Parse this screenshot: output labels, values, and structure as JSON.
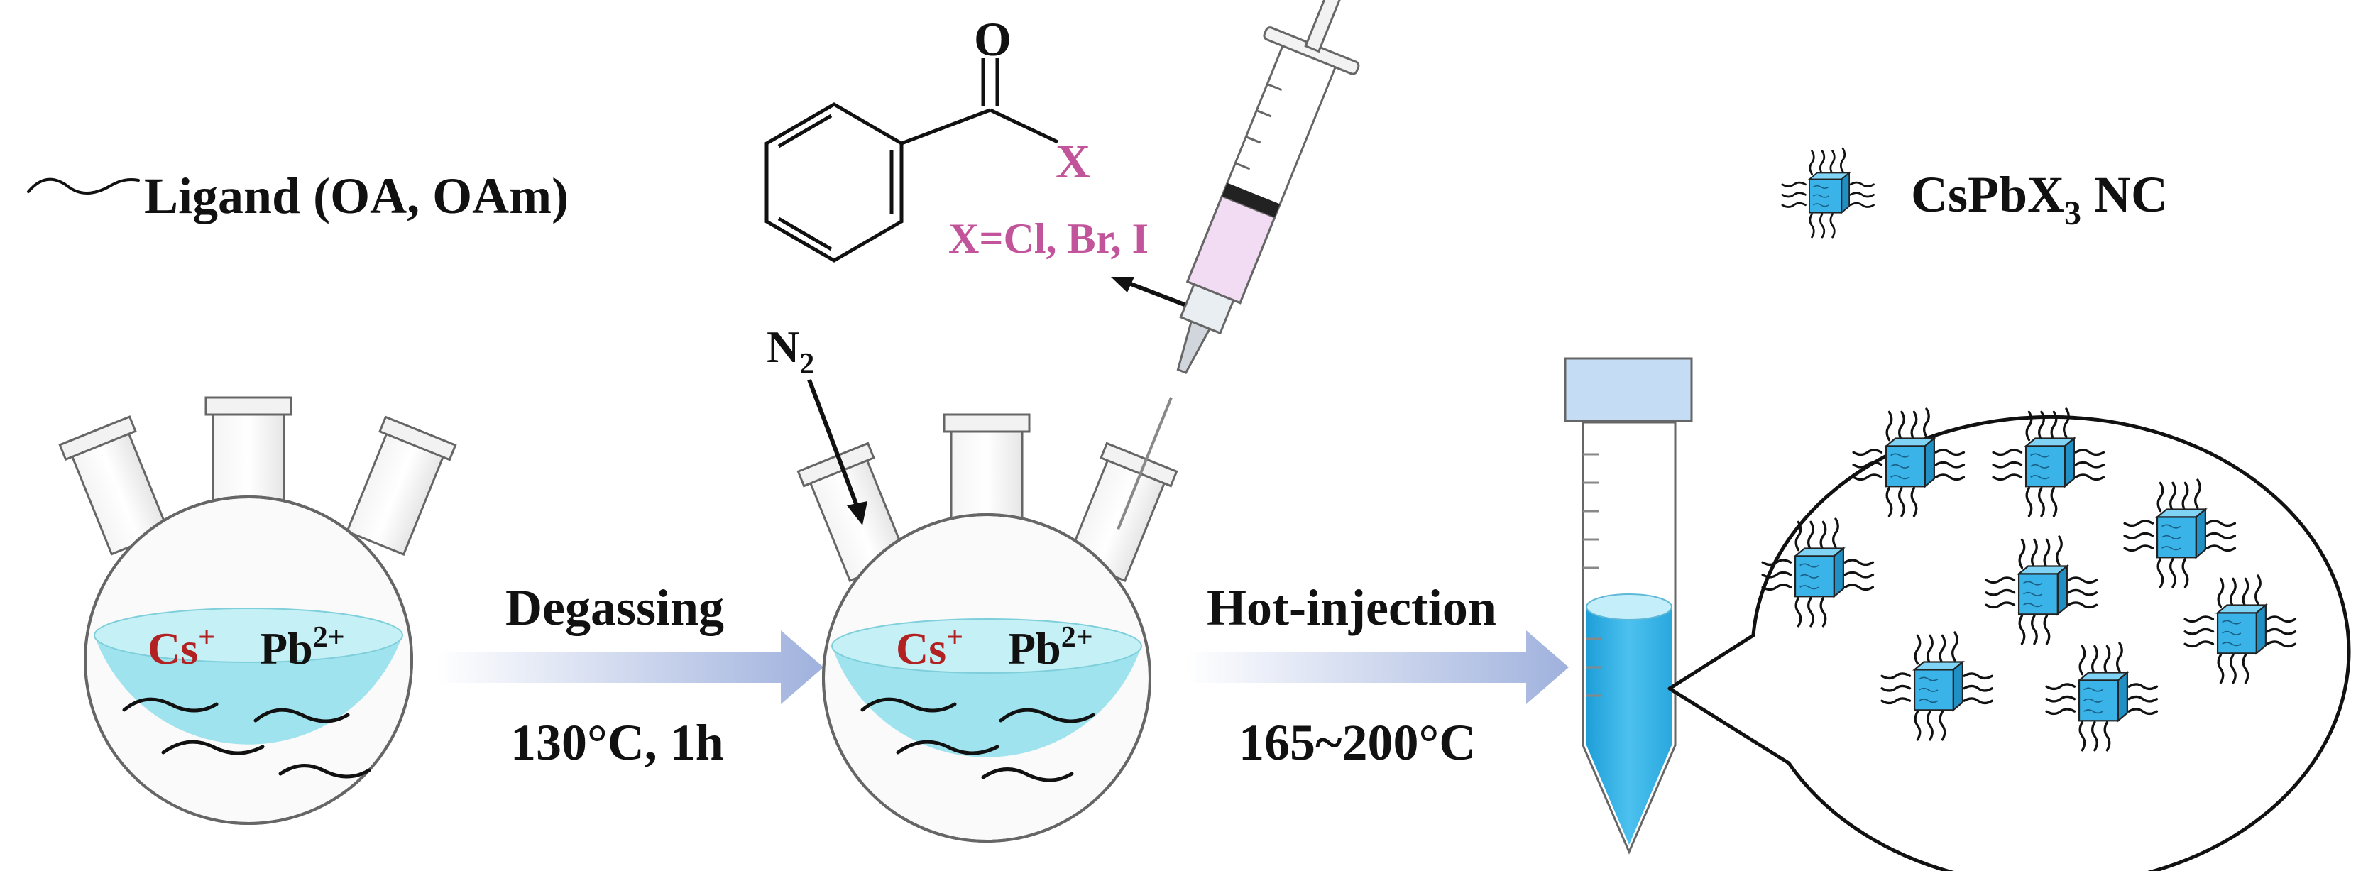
{
  "legend": {
    "ligand_label": "Ligand (OA, OAm)",
    "nc_label_main": "CsPbX",
    "nc_label_sub": "3",
    "nc_label_tail": " NC"
  },
  "reagent": {
    "carbonyl_o": "O",
    "halogen_x": "X",
    "halogen_options": "X=Cl, Br, I"
  },
  "gas": {
    "label_main": "N",
    "label_sub": "2"
  },
  "ions": {
    "cs_base": "Cs",
    "cs_charge": "+",
    "pb_base": "Pb",
    "pb_charge": "2+"
  },
  "steps": {
    "step1_name": "Degassing",
    "step1_condition": "130°C, 1h",
    "step2_name": "Hot-injection",
    "step2_condition": "165~200°C"
  },
  "colors": {
    "solution": "#9fe3ee",
    "cs_ion": "#b22222",
    "reagent_text": "#c2549b",
    "nanocrystal": "#3ab4e8",
    "tube_liquid": "#3bb3e6",
    "arrow_gradient_end": "#9fb1dd",
    "syringe_fluid": "#f2dcf3"
  },
  "icons": [
    "ligand-icon",
    "nanocrystal-icon",
    "three-neck-flask-icon",
    "syringe-icon",
    "centrifuge-tube-icon",
    "zoom-bubble-icon"
  ]
}
